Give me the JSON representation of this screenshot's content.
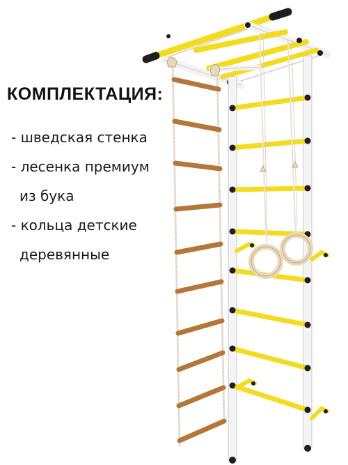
{
  "heading": "КОМПЛЕКТАЦИЯ:",
  "items": [
    {
      "line1": "- шведская стенка",
      "line2": ""
    },
    {
      "line1": "- лесенка премиум",
      "line2": "из бука"
    },
    {
      "line1": "- кольца детские",
      "line2": "деревянные"
    }
  ],
  "colors": {
    "frame": "#f2f2f2",
    "bar": "#f3dc1e",
    "cap": "#1e1e1e",
    "rung": "#b5763a",
    "rope": "#e8e2d4",
    "ring": "#e9d9b8"
  }
}
